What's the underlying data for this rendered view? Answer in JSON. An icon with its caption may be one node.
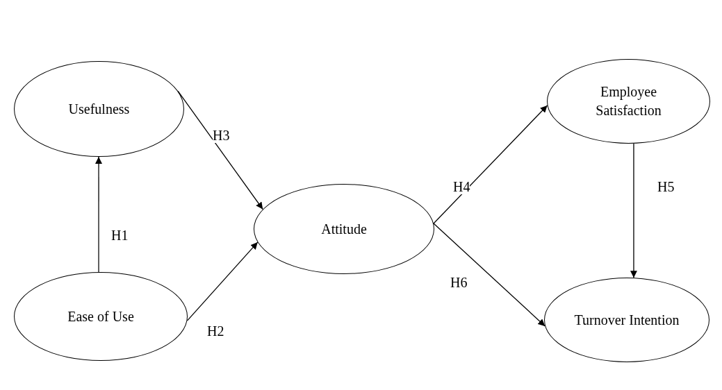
{
  "diagram": {
    "nodes": [
      {
        "text": [
          "Usefulness"
        ]
      },
      {
        "text": [
          "Ease of Use"
        ]
      },
      {
        "text": [
          "Attitude"
        ]
      },
      {
        "text": [
          "Employee Satisfaction"
        ]
      },
      {
        "text": [
          "Turnover Intention"
        ]
      }
    ],
    "edges": [
      {
        "from": 1,
        "to": 0,
        "arrow": "to",
        "label": "H1"
      },
      {
        "from": 1,
        "to": 2,
        "arrow": "to",
        "label": "H2"
      },
      {
        "from": 0,
        "to": 2,
        "arrow": "to",
        "label": "H3"
      },
      {
        "from": 2,
        "to": 3,
        "arrow": "to",
        "label": "H4"
      },
      {
        "from": 3,
        "to": 4,
        "arrow": "to",
        "label": "H5"
      },
      {
        "from": 2,
        "to": 4,
        "arrow": "to",
        "label": "H6"
      }
    ]
  }
}
